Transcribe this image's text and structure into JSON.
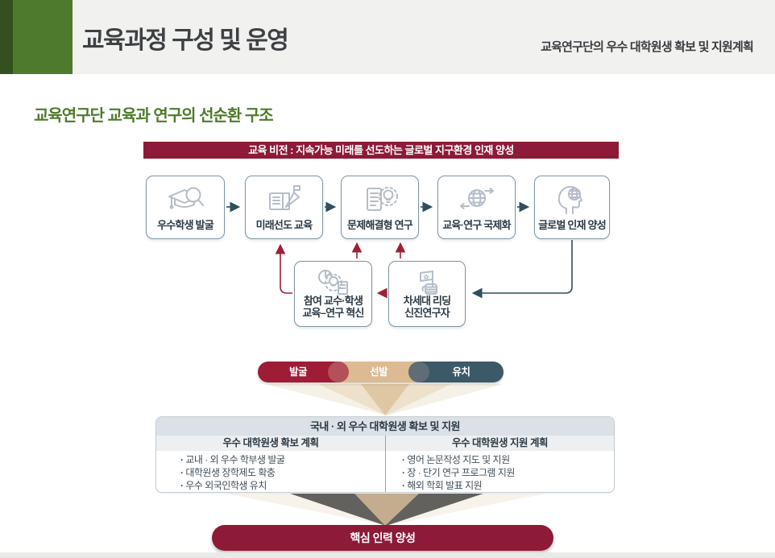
{
  "header": {
    "title": "교육과정 구성 및 운영",
    "subtitle_right": "교육연구단의 우수 대학원생 확보 및 지원계획"
  },
  "section": {
    "title": "교육연구단 교육과 연구의 선순환 구조"
  },
  "diagram": {
    "vision_banner": "교육 비전 : 지속가능 미래를 선도하는 글로벌 지구환경 인재 양성",
    "flow_boxes": [
      {
        "label": "우수학생 발굴",
        "icon": "grad-cap-search-icon"
      },
      {
        "label": "미래선도 교육",
        "icon": "book-rocket-icon"
      },
      {
        "label": "문제해결형 연구",
        "icon": "checklist-bulb-icon"
      },
      {
        "label": "교육·연구 국제화",
        "icon": "globe-exchange-icon"
      },
      {
        "label": "글로벌 인재 양성",
        "icon": "head-globe-icon"
      }
    ],
    "feedback_boxes": [
      {
        "label_line1": "참여 교수·학생",
        "label_line2": "교육–연구 혁신",
        "icon": "pie-bulb-book-icon"
      },
      {
        "label_line1": "차세대 리딩",
        "label_line2": "신진연구자",
        "icon": "flag-hand-icon"
      }
    ],
    "stage_pills": [
      {
        "label": "발굴",
        "color": "#9e1c35"
      },
      {
        "label": "선발",
        "color": "#dcba92"
      },
      {
        "label": "유치",
        "color": "#3c5968"
      }
    ]
  },
  "table": {
    "title": "국내 · 외 우수 대학원생 확보 및 지원",
    "columns": [
      {
        "header": "우수 대학원생 확보 계획",
        "items": [
          "교내 · 외 우수 학부생 발굴",
          "대학원생 장학제도 확충",
          "우수 외국인학생 유치"
        ]
      },
      {
        "header": "우수 대학원생 지원 계획",
        "items": [
          "영어 논문작성 지도 및 지원",
          "장 · 단기 연구 프로그램 지원",
          "해외 학회 발표 지원"
        ]
      }
    ]
  },
  "footer_pill": "핵심 인력 양성",
  "colors": {
    "maroon": "#8d1a37",
    "green_accent": "#4e7a2d",
    "green_dark": "#35501f",
    "tan": "#dcba92",
    "slate": "#3c5968",
    "box_border": "#7e96a5",
    "arrow_dark": "#2f4e5e",
    "arrow_red": "#9e2038"
  }
}
